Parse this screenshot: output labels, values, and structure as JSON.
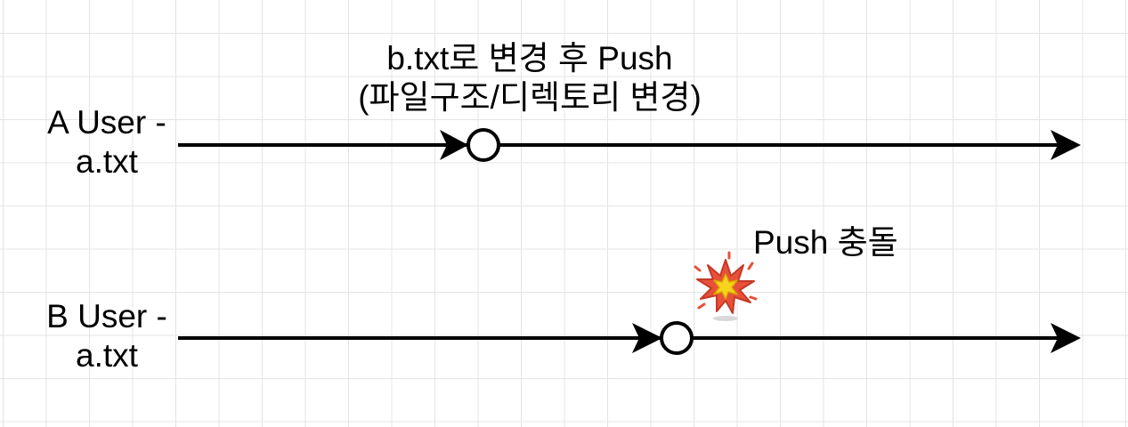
{
  "users": [
    {
      "name": "A User -",
      "file": "a.txt"
    },
    {
      "name": "B User -",
      "file": "a.txt"
    }
  ],
  "events": {
    "change": {
      "line1": "b.txt로 변경 후 Push",
      "line2": "(파일구조/디렉토리 변경)"
    },
    "conflict": {
      "label": "Push 충돌",
      "icon": "explosion-icon"
    }
  },
  "colors": {
    "line": "#000000",
    "grid": "#e4e4e4",
    "node_fill": "#ffffff",
    "burst_outer": "#e8503a",
    "burst_inner": "#f7d21e"
  }
}
